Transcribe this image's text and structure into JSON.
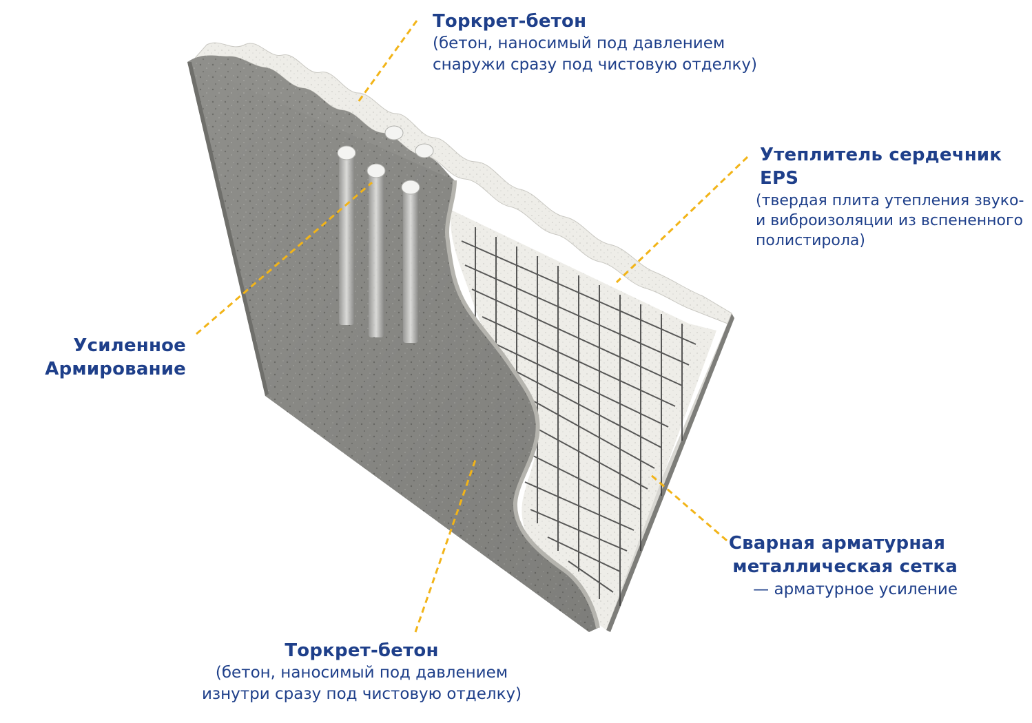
{
  "labels": {
    "top": {
      "title": "Торкрет-бетон",
      "lines": [
        "(бетон, наносимый под давлением",
        "снаружи сразу под чистовую отделку)"
      ]
    },
    "eps": {
      "title": "Утеплитель сердечник EPS",
      "lines": [
        "(твердая плита утепления звуко-",
        "и виброизоляции из вспененного",
        "полистирола)"
      ]
    },
    "reinforcement": {
      "title_lines": [
        "Усиленное",
        "Армирование"
      ]
    },
    "mesh": {
      "title_lines": [
        "Сварная арматурная",
        "металлическая сетка"
      ],
      "sub": "— арматурное усиление"
    },
    "bottom": {
      "title": "Торкрет-бетон",
      "lines": [
        "(бетон, наносимый под давлением",
        "изнутри сразу под чистовую отделку)"
      ]
    }
  },
  "colors": {
    "label_text": "#1e3f8a",
    "leader_line": "#f2b418",
    "concrete": "#8c8c88",
    "foam": "#ecebe6",
    "mesh": "#3a3a3a"
  }
}
